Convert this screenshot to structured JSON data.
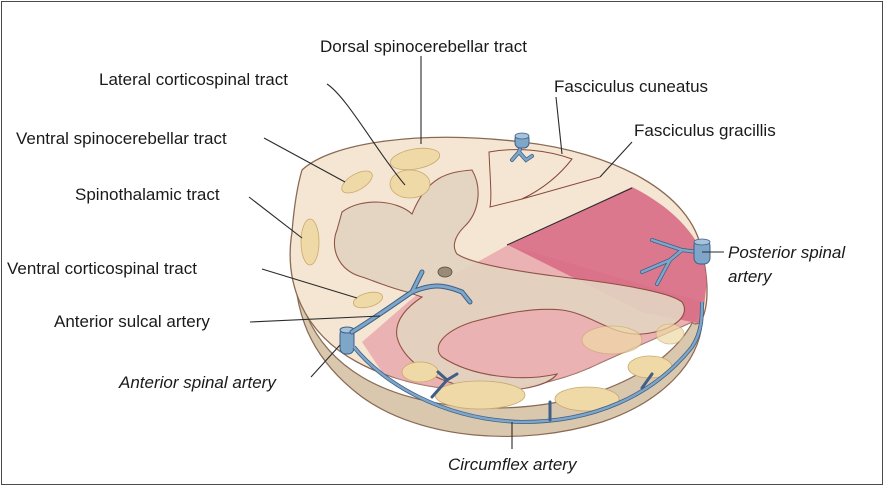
{
  "labels": {
    "dorsal_spinocerebellar": "Dorsal spinocerebellar tract",
    "lateral_corticospinal": "Lateral corticospinal tract",
    "fasciculus_cuneatus": "Fasciculus cuneatus",
    "ventral_spinocerebellar": "Ventral spinocerebellar tract",
    "fasciculus_gracillis": "Fasciculus gracillis",
    "spinothalamic": "Spinothalamic tract",
    "posterior_spinal_artery_1": "Posterior spinal",
    "posterior_spinal_artery_2": "artery",
    "ventral_corticospinal": "Ventral corticospinal tract",
    "anterior_sulcal_artery": "Anterior sulcal artery",
    "anterior_spinal_artery": "Anterior spinal artery",
    "circumflex_artery": "Circumflex artery"
  },
  "colors": {
    "white_matter": "#f4e6d3",
    "side_wall": "#d9c7ae",
    "gray_matter": "#e3d3c1",
    "tract_fill": "#efd9a6",
    "outline": "#8a4a3a",
    "perfusion_pink": "#e8a0aa",
    "posterior_pink": "#d86b85",
    "artery_blue": "#7ea6c8",
    "artery_outline": "#3f5f86"
  }
}
